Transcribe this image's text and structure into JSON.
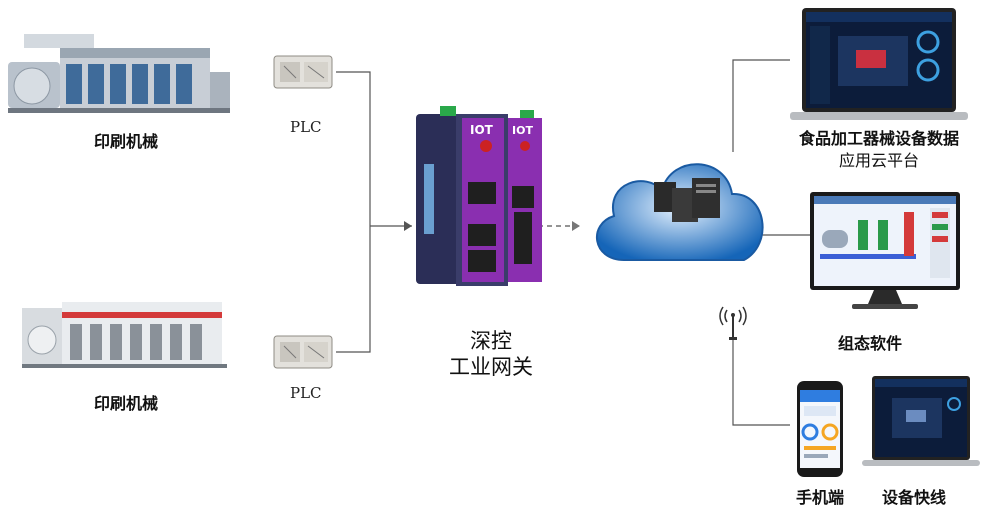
{
  "left": {
    "machine_top_label": "印刷机械",
    "machine_bottom_label": "印刷机械",
    "plc_top_label": "PLC",
    "plc_bottom_label": "PLC"
  },
  "gateway": {
    "label_line1": "深控",
    "label_line2": "工业网关",
    "device_logo": "IOT"
  },
  "right": {
    "cloud_platform_line1": "食品加工器械设备数据",
    "cloud_platform_line2": "应用云平台",
    "scada_label": "组态软件",
    "mobile_label": "手机端",
    "equipment_label": "设备快线"
  },
  "colors": {
    "connector": "#555555",
    "cloud_dark": "#1565b8",
    "cloud_light": "#cfe6ff",
    "gateway_body": "#2b2e57",
    "gateway_accent": "#8a2fb0",
    "dashboard_bg": "#0c1c3a"
  }
}
